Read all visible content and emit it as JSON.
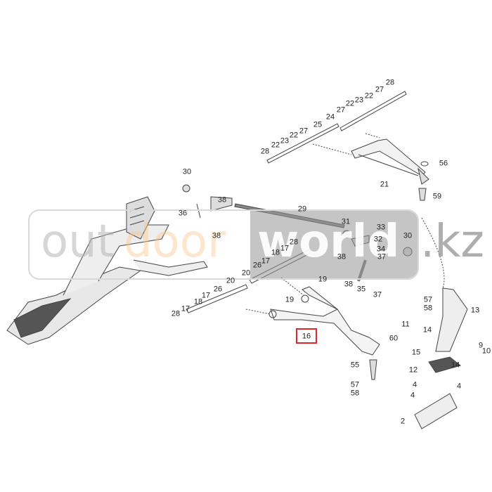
{
  "watermark": {
    "logo_text": "outdoorworld.kz",
    "part1": "out",
    "part2": "door",
    "part3": "world",
    "part4": ".kz"
  },
  "highlighted_part": "16",
  "labels": [
    "28",
    "27",
    "22",
    "23",
    "22",
    "27",
    "24",
    "25",
    "27",
    "22",
    "23",
    "22",
    "28",
    "21",
    "56",
    "59",
    "30",
    "36",
    "38",
    "38",
    "29",
    "31",
    "33",
    "32",
    "34",
    "38",
    "37",
    "30",
    "35",
    "37",
    "38",
    "28",
    "17",
    "18",
    "17",
    "26",
    "20",
    "20",
    "26",
    "17",
    "18",
    "17",
    "28",
    "19",
    "19",
    "60",
    "55",
    "57",
    "58",
    "11",
    "14",
    "15",
    "9",
    "10",
    "14",
    "12",
    "57",
    "58",
    "13",
    "4",
    "4",
    "4",
    "2"
  ]
}
